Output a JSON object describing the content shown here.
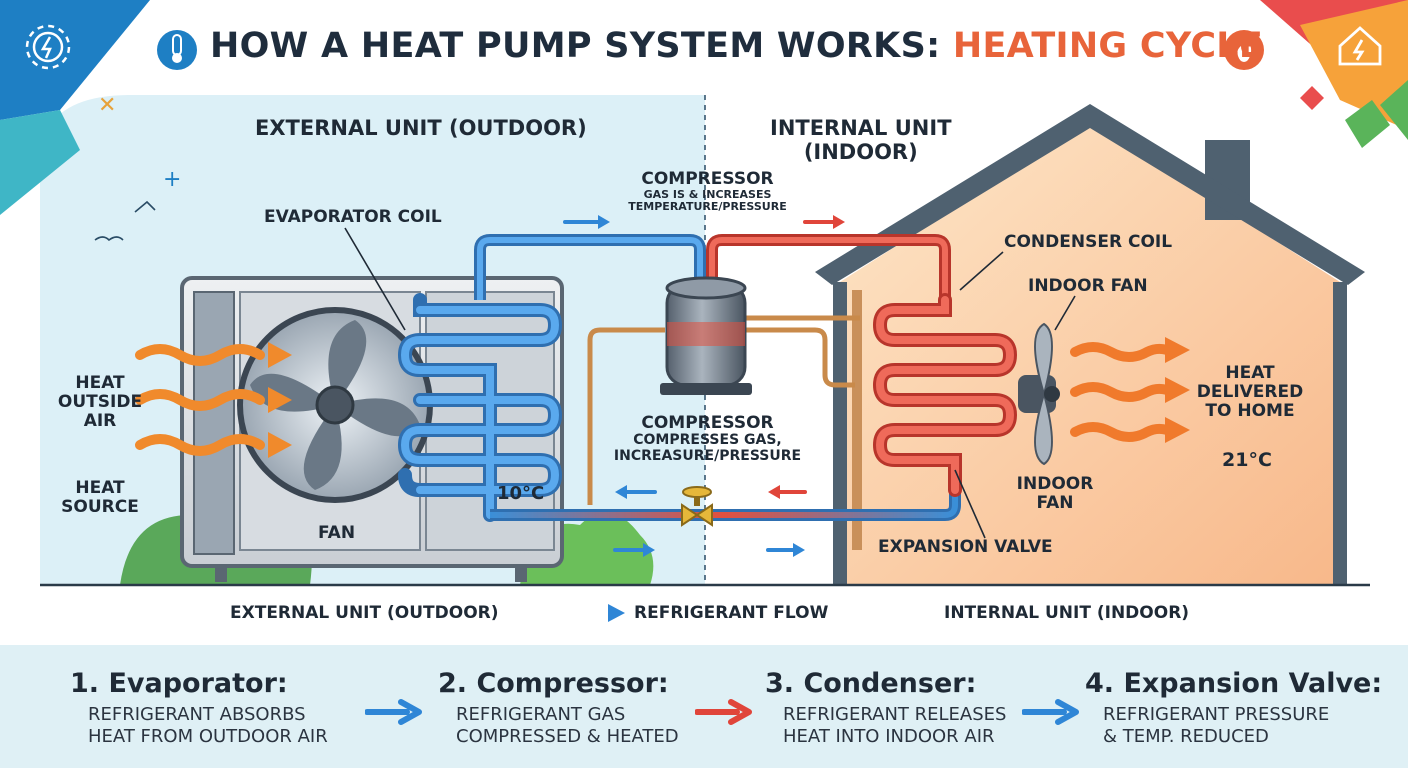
{
  "title": {
    "main": "HOW A HEAT PUMP SYSTEM WORKS: ",
    "highlight": "HEATING CYCLE",
    "icons": [
      "thermometer-icon",
      "flame-icon"
    ]
  },
  "corner_icons": [
    "gear-bolt-icon",
    "house-bolt-icon"
  ],
  "labels": {
    "external_unit_top": "EXTERNAL UNIT (OUTDOOR)",
    "internal_unit_top": [
      "INTERNAL UNIT",
      "(INDOOR)"
    ],
    "compressor_top": [
      "COMPRESSOR",
      "GAS IS & INCREASES",
      "TEMPERATURE/PRESSURE"
    ],
    "evaporator_coil": "EVAPORATOR COIL",
    "condenser_coil": "CONDENSER COIL",
    "indoor_fan_top": "INDOOR FAN",
    "heat_outside_air": [
      "HEAT",
      "OUTSIDE",
      "AIR"
    ],
    "heat_source": [
      "HEAT",
      "SOURCE"
    ],
    "fan": "FAN",
    "temp_outdoor": "10°C",
    "compressor_mid": [
      "COMPRESSOR",
      "COMPRESSES GAS,",
      "INCREASURE/PRESSURE"
    ],
    "heat_delivered": [
      "HEAT",
      "DELIVERED",
      "TO HOME"
    ],
    "temp_indoor": "21°C",
    "indoor_fan_bottom": [
      "INDOOR",
      "FAN"
    ],
    "expansion_valve": "EXPANSION VALVE"
  },
  "legend": {
    "external": "EXTERNAL UNIT (OUTDOOR)",
    "flow": "REFRIGERANT FLOW",
    "internal": "INTERNAL UNIT (INDOOR)"
  },
  "steps": [
    {
      "title": "1. Evaporator:",
      "desc": [
        "REFRIGERANT ABSORBS",
        "HEAT FROM OUTDOOR AIR"
      ],
      "arrow_color": "#2f86d6"
    },
    {
      "title": "2. Compressor:",
      "desc": [
        "REFRIGERANT GAS",
        "COMPRESSED & HEATED"
      ],
      "arrow_color": "#e0453a"
    },
    {
      "title": "3. Condenser:",
      "desc": [
        "REFRIGERANT RELEASES",
        "HEAT INTO INDOOR AIR"
      ],
      "arrow_color": "#2f86d6"
    },
    {
      "title": "4. Expansion Valve:",
      "desc": [
        "REFRIGERANT PRESSURE",
        "& TEMP. REDUCED"
      ]
    }
  ],
  "colors": {
    "cold_pipe": "#3a8fd8",
    "hot_pipe": "#e2503e",
    "heat_arrow": "#f08a2c",
    "house_wall": "#fbd8b0",
    "roof": "#4f6170",
    "title_highlight": "#e8643a",
    "strip": "#dff0f5"
  }
}
